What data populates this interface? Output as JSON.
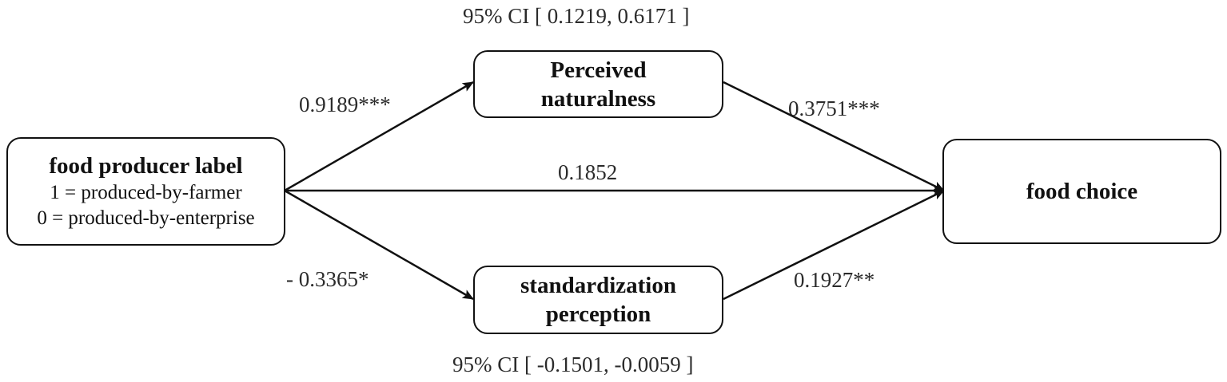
{
  "nodes": {
    "producer_label": {
      "title": "food producer label",
      "line1": "1 = produced-by-farmer",
      "line2": "0 = produced-by-enterprise"
    },
    "naturalness": {
      "line1": "Perceived",
      "line2": "naturalness"
    },
    "standardization": {
      "line1": "standardization",
      "line2": "perception"
    },
    "food_choice": {
      "title": "food choice"
    }
  },
  "paths": {
    "label_to_naturalness": "0.9189***",
    "naturalness_to_choice": "0.3751***",
    "label_to_choice": "0.1852",
    "label_to_standardization": "- 0.3365*",
    "standardization_to_choice": "0.1927**"
  },
  "confidence_intervals": {
    "naturalness": "95% CI [ 0.1219, 0.6171 ]",
    "standardization": "95% CI [ -0.1501, -0.0059 ]"
  },
  "colors": {
    "line": "#111111",
    "text": "#2b2b2b"
  }
}
